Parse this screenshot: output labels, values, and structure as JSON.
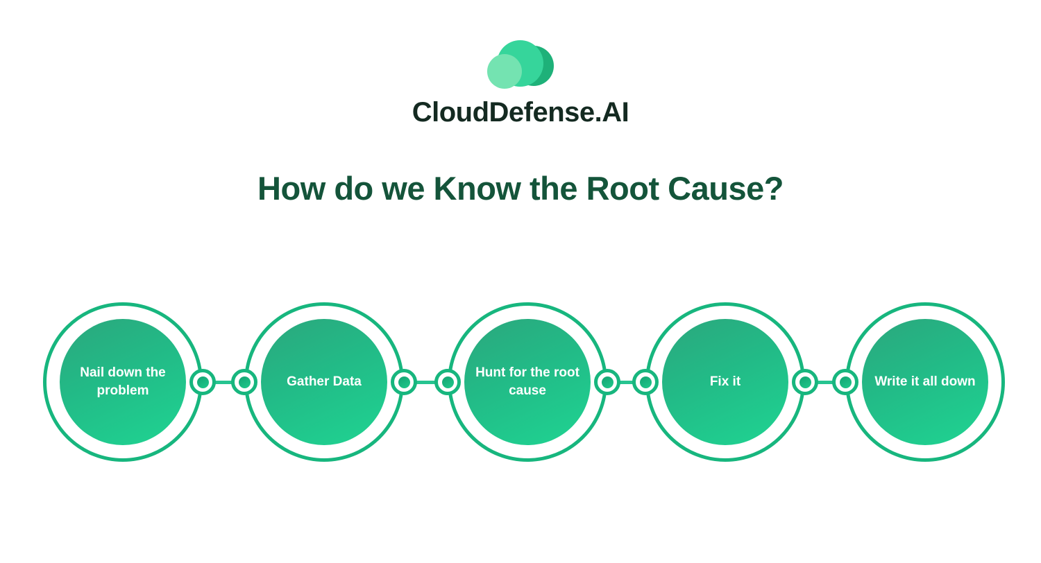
{
  "brand": {
    "name": "CloudDefense.AI"
  },
  "title": "How do we Know the Root Cause?",
  "steps": [
    {
      "label": "Nail down the problem"
    },
    {
      "label": "Gather Data"
    },
    {
      "label": "Hunt for the root cause"
    },
    {
      "label": "Fix it"
    },
    {
      "label": "Write it all down"
    }
  ],
  "icons": {
    "logo": "cloud-icon"
  },
  "colors": {
    "ring_green": "#17b67e",
    "circle_gradient_top": "#2ba77d",
    "circle_gradient_bottom": "#1fd492",
    "connector_green": "#27c490",
    "node_core_green": "#13a372",
    "title_green": "#14543a",
    "brand_dark": "#142a21",
    "logo_main": "#36d59b",
    "logo_back": "#1eb179",
    "logo_front": "#74e3b1",
    "step_label_color": "#ffffff",
    "background": "#ffffff"
  }
}
